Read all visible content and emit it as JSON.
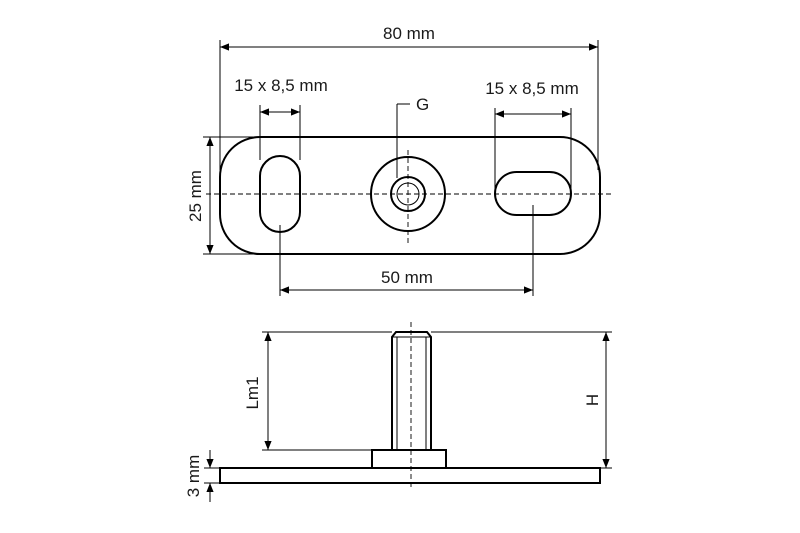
{
  "labels": {
    "overall_width": "80 mm",
    "slot_left": "15 x 8,5 mm",
    "slot_right": "15 x 8,5 mm",
    "thread": "G",
    "plate_height": "25 mm",
    "hole_spacing": "50 mm",
    "thread_length": "Lm1",
    "total_height": "H",
    "plate_thickness": "3 mm"
  },
  "colors": {
    "line": "#000000",
    "text": "#1a1a1a",
    "background": "#ffffff"
  }
}
